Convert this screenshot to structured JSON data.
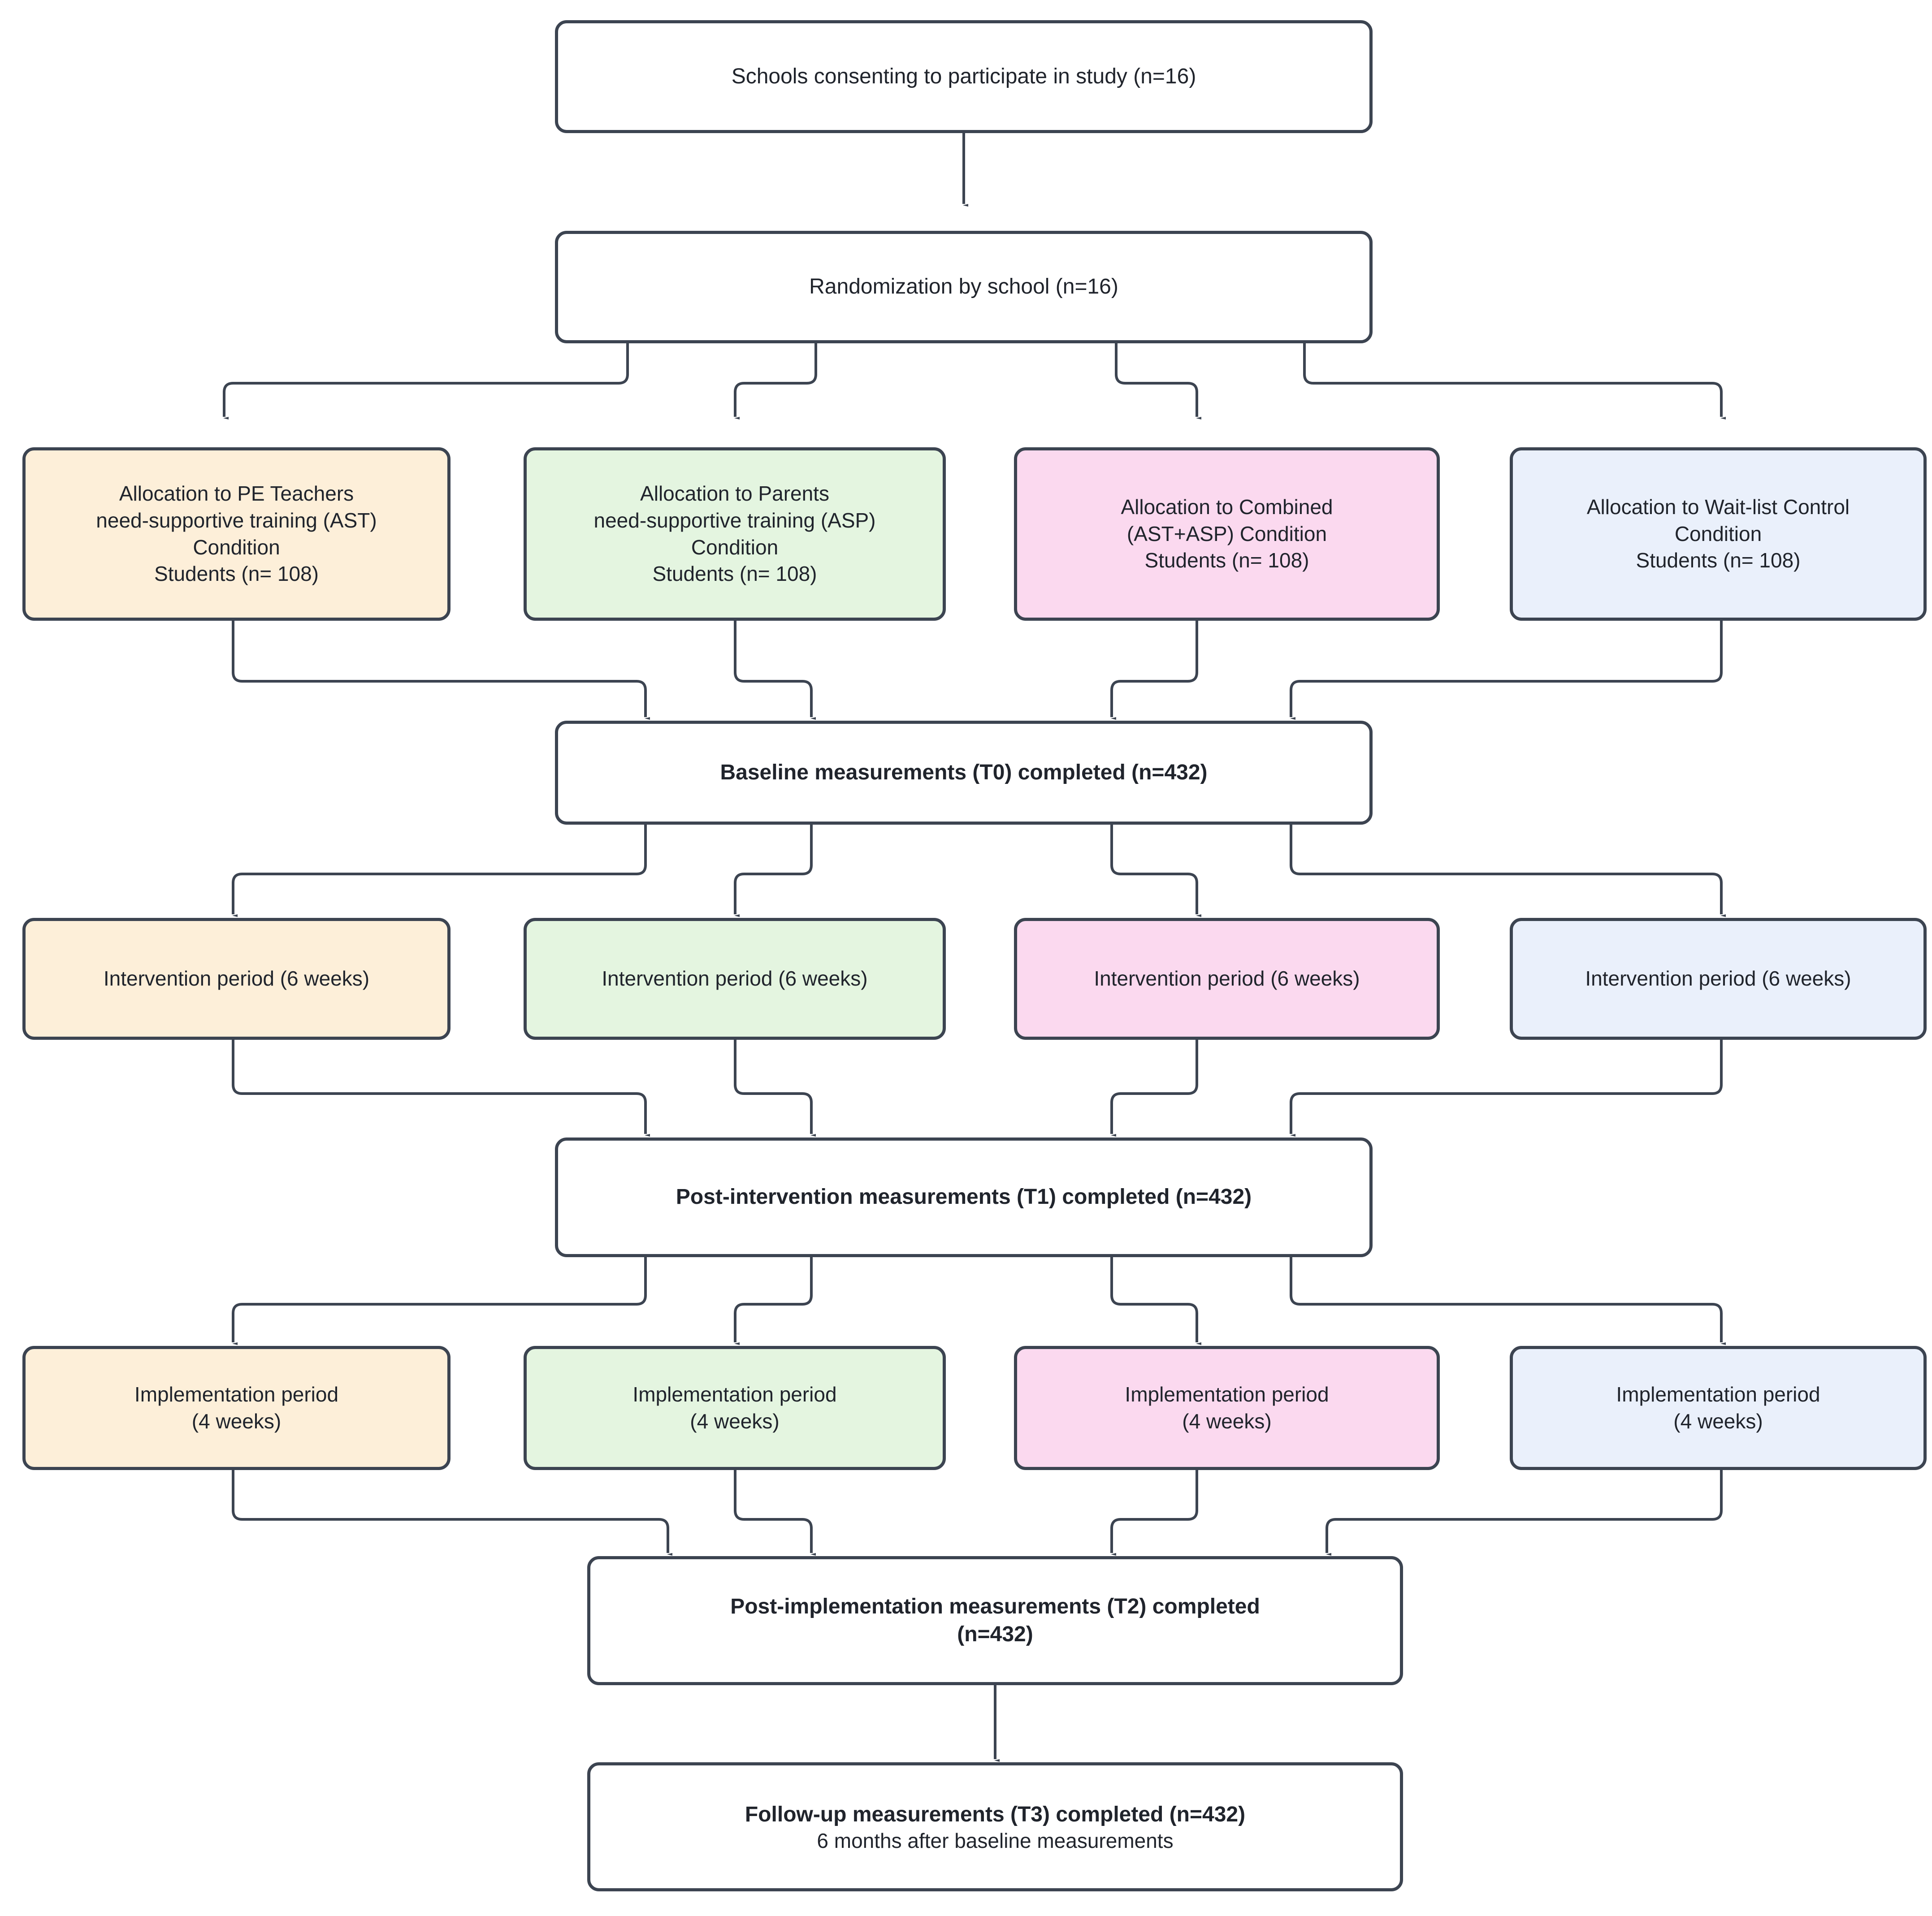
{
  "diagram": {
    "title": "CONSORT-style study flow diagram",
    "colors": {
      "border": "#3c4451",
      "text": "#20242c",
      "white": "#ffffff",
      "cream": "#fdefd9",
      "green": "#e4f5e0",
      "pink": "#fbd9ef",
      "blue": "#eaf0fb"
    }
  },
  "nodes": {
    "consent": {
      "label": "Schools consenting to participate in study (n=16)"
    },
    "randomization": {
      "label": "Randomization by school  (n=16)"
    },
    "alloc_ast": {
      "label": "Allocation to PE Teachers\nneed-supportive training (AST)\nCondition\nStudents (n= 108)"
    },
    "alloc_asp": {
      "label": "Allocation to Parents\nneed-supportive training (ASP)\nCondition\nStudents (n= 108)"
    },
    "alloc_combined": {
      "label": "Allocation to Combined\n(AST+ASP) Condition\nStudents (n= 108)"
    },
    "alloc_waitlist": {
      "label": "Allocation to Wait-list Control\nCondition\nStudents (n= 108)"
    },
    "baseline": {
      "label": "Baseline measurements (T0) completed (n=432)"
    },
    "intervention_1": {
      "label": "Intervention period (6 weeks)"
    },
    "intervention_2": {
      "label": "Intervention period (6 weeks)"
    },
    "intervention_3": {
      "label": "Intervention period (6 weeks)"
    },
    "intervention_4": {
      "label": "Intervention period (6 weeks)"
    },
    "post_intervention": {
      "label": "Post-intervention measurements (T1) completed (n=432)"
    },
    "implementation_1": {
      "label": "Implementation period\n(4 weeks)"
    },
    "implementation_2": {
      "label": "Implementation period\n(4 weeks)"
    },
    "implementation_3": {
      "label": "Implementation period\n(4 weeks)"
    },
    "implementation_4": {
      "label": "Implementation period\n(4 weeks)"
    },
    "post_implementation": {
      "label": "Post-implementation measurements (T2) completed\n(n=432)"
    },
    "followup": {
      "label": "Follow-up measurements (T3) completed (n=432)",
      "sublabel": "6 months after baseline measurements"
    }
  }
}
